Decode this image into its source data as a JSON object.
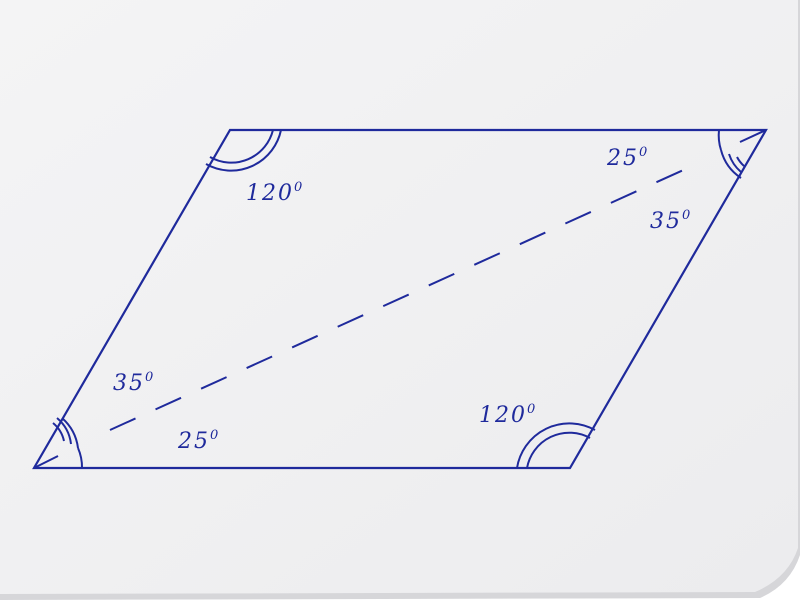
{
  "colors": {
    "paper": "#f1f1f2",
    "shadow": "#c9c9cc",
    "ink": "#1f2a9c"
  },
  "labels": {
    "top_left": {
      "value": "120",
      "degree": "0"
    },
    "top_right_upper": {
      "value": "25",
      "degree": "0"
    },
    "top_right_lower": {
      "value": "35",
      "degree": "0"
    },
    "bottom_left_upper": {
      "value": "35",
      "degree": "0"
    },
    "bottom_left_lower": {
      "value": "25",
      "degree": "0"
    },
    "bottom_right": {
      "value": "120",
      "degree": "0"
    }
  }
}
